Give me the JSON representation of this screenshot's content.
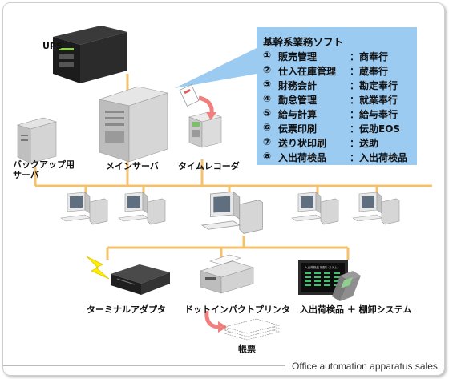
{
  "labels": {
    "ups": "UPS",
    "backup_server_1": "バックアップ用",
    "backup_server_2": "サーバ",
    "main_server": "メインサーバ",
    "time_recorder": "タイムレコーダ",
    "terminal_adapter": "ターミナルアダプタ",
    "dot_printer": "ドットインパクトプリンタ",
    "inventory_system": "入出荷検品 ＋ 棚卸システム",
    "ledger": "帳票",
    "screen_caption": "入出荷検品 棚卸システム"
  },
  "callout": {
    "title": "基幹系業務ソフト",
    "rows": [
      {
        "num": "①",
        "name": "販売管理",
        "soft": "：商奉行"
      },
      {
        "num": "②",
        "name": "仕入在庫管理",
        "soft": "：蔵奉行"
      },
      {
        "num": "③",
        "name": "財務会計",
        "soft": "：勘定奉行"
      },
      {
        "num": "④",
        "name": "勤怠管理",
        "soft": "：就業奉行"
      },
      {
        "num": "⑤",
        "name": "給与計算",
        "soft": "：給与奉行"
      },
      {
        "num": "⑥",
        "name": "伝票印刷",
        "soft": "：伝助EOS"
      },
      {
        "num": "⑦",
        "name": "送り状印刷",
        "soft": "：送助"
      },
      {
        "num": "⑧",
        "name": "入出荷検品",
        "soft": "：入出荷検品"
      }
    ]
  },
  "footer": "Office automation apparatus sales",
  "colors": {
    "network_line": "#f5c26b",
    "callout_bg": "#9ccbf2",
    "arrow": "#f07f7f",
    "lightning": "#ffee00"
  },
  "icons": [
    "ups-icon",
    "server-icon",
    "time-recorder-icon",
    "pc-icon",
    "terminal-adapter-icon",
    "printer-icon",
    "monitor-icon",
    "handheld-scanner-icon",
    "paper-stack-icon",
    "lightning-icon"
  ]
}
